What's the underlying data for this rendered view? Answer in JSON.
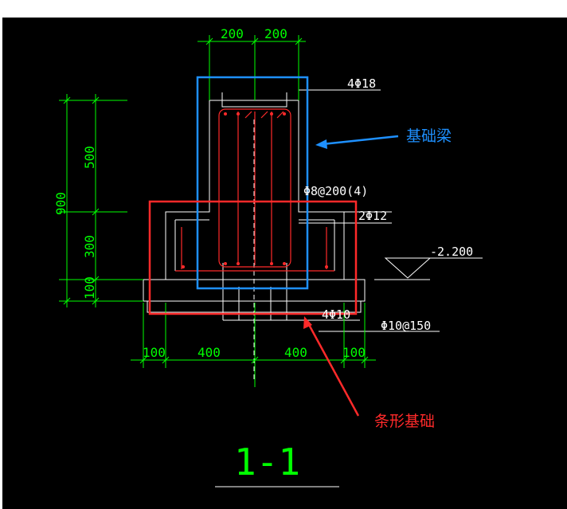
{
  "drawing": {
    "background_color": "#000000",
    "dimension_color": "#00ff00",
    "line_color": "#ffffff",
    "rebar_color": "#ff2a2a",
    "title": "1-1",
    "dims": {
      "top_left": "200",
      "top_right": "200",
      "left_total": "900",
      "left_500": "500",
      "left_300": "300",
      "left_100": "100",
      "bottom_100_left": "100",
      "bottom_400_left": "400",
      "bottom_400_right": "400",
      "bottom_100_right": "100"
    },
    "rebar_labels": {
      "top_bars": "4Φ18",
      "stirrups": "Φ8@200(4)",
      "side_bars": "2Φ12",
      "bottom_bars": "4Φ10",
      "base_bars": "Φ10@150"
    },
    "elevation": "-2.200"
  },
  "annotations": {
    "beam_label": "基础梁",
    "beam_color": "#1e90ff",
    "footing_label": "条形基础",
    "footing_color": "#ff2a2a"
  }
}
